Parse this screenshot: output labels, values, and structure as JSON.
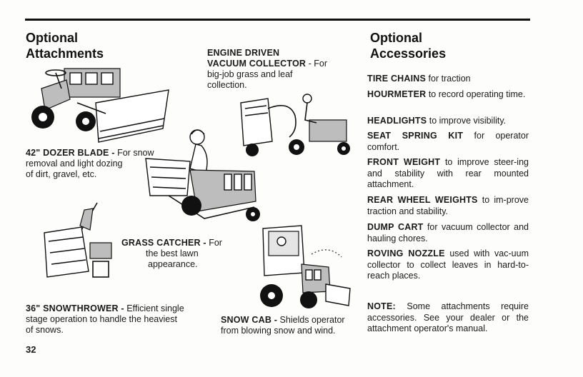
{
  "left_heading": [
    "Optional",
    "Attachments"
  ],
  "right_heading": [
    "Optional",
    "Accessories"
  ],
  "captions": {
    "vacuum": {
      "title1": "ENGINE DRIVEN",
      "title2": "VACUUM COLLECTOR",
      "desc1": " - For",
      "desc2": "big-job grass and leaf",
      "desc3": "collection."
    },
    "dozer": {
      "title": "42\" DOZER BLADE -",
      "desc1": " For snow",
      "desc2": "removal and light dozing",
      "desc3": "of dirt, gravel, etc."
    },
    "grass": {
      "title": "GRASS CATCHER -",
      "desc1": " For",
      "desc2": "the best lawn",
      "desc3": "appearance."
    },
    "snowthrower": {
      "title": "36\" SNOWTHROWER -",
      "desc1": " Efficient single",
      "desc2": "stage operation to handle the heaviest",
      "desc3": "of snows."
    },
    "snowcab": {
      "title": "SNOW CAB -",
      "desc1": " Shields operator",
      "desc2": "from blowing snow and wind."
    }
  },
  "accessories": [
    {
      "name": "TIRE CHAINS",
      "text": " for traction"
    },
    {
      "name": "HOURMETER",
      "text": " to record operating time."
    },
    {
      "name": "HEADLIGHTS",
      "text": " to improve visibility."
    },
    {
      "name": "SEAT SPRING KIT",
      "text": " for operator comfort."
    },
    {
      "name": "FRONT WEIGHT",
      "text": " to improve steer-ing and stability with rear mounted attachment."
    },
    {
      "name": "REAR WHEEL WEIGHTS",
      "text": " to im-prove traction and stability."
    },
    {
      "name": "DUMP CART",
      "text": " for vacuum collector and hauling chores."
    },
    {
      "name": "ROVING NOZZLE",
      "text": " used with vac-uum collector to collect leaves in hard-to-reach places."
    }
  ],
  "note": {
    "label": "NOTE:",
    "text": " Some attachments require accessories. See your dealer or the attachment operator's manual."
  },
  "page_number": "32"
}
